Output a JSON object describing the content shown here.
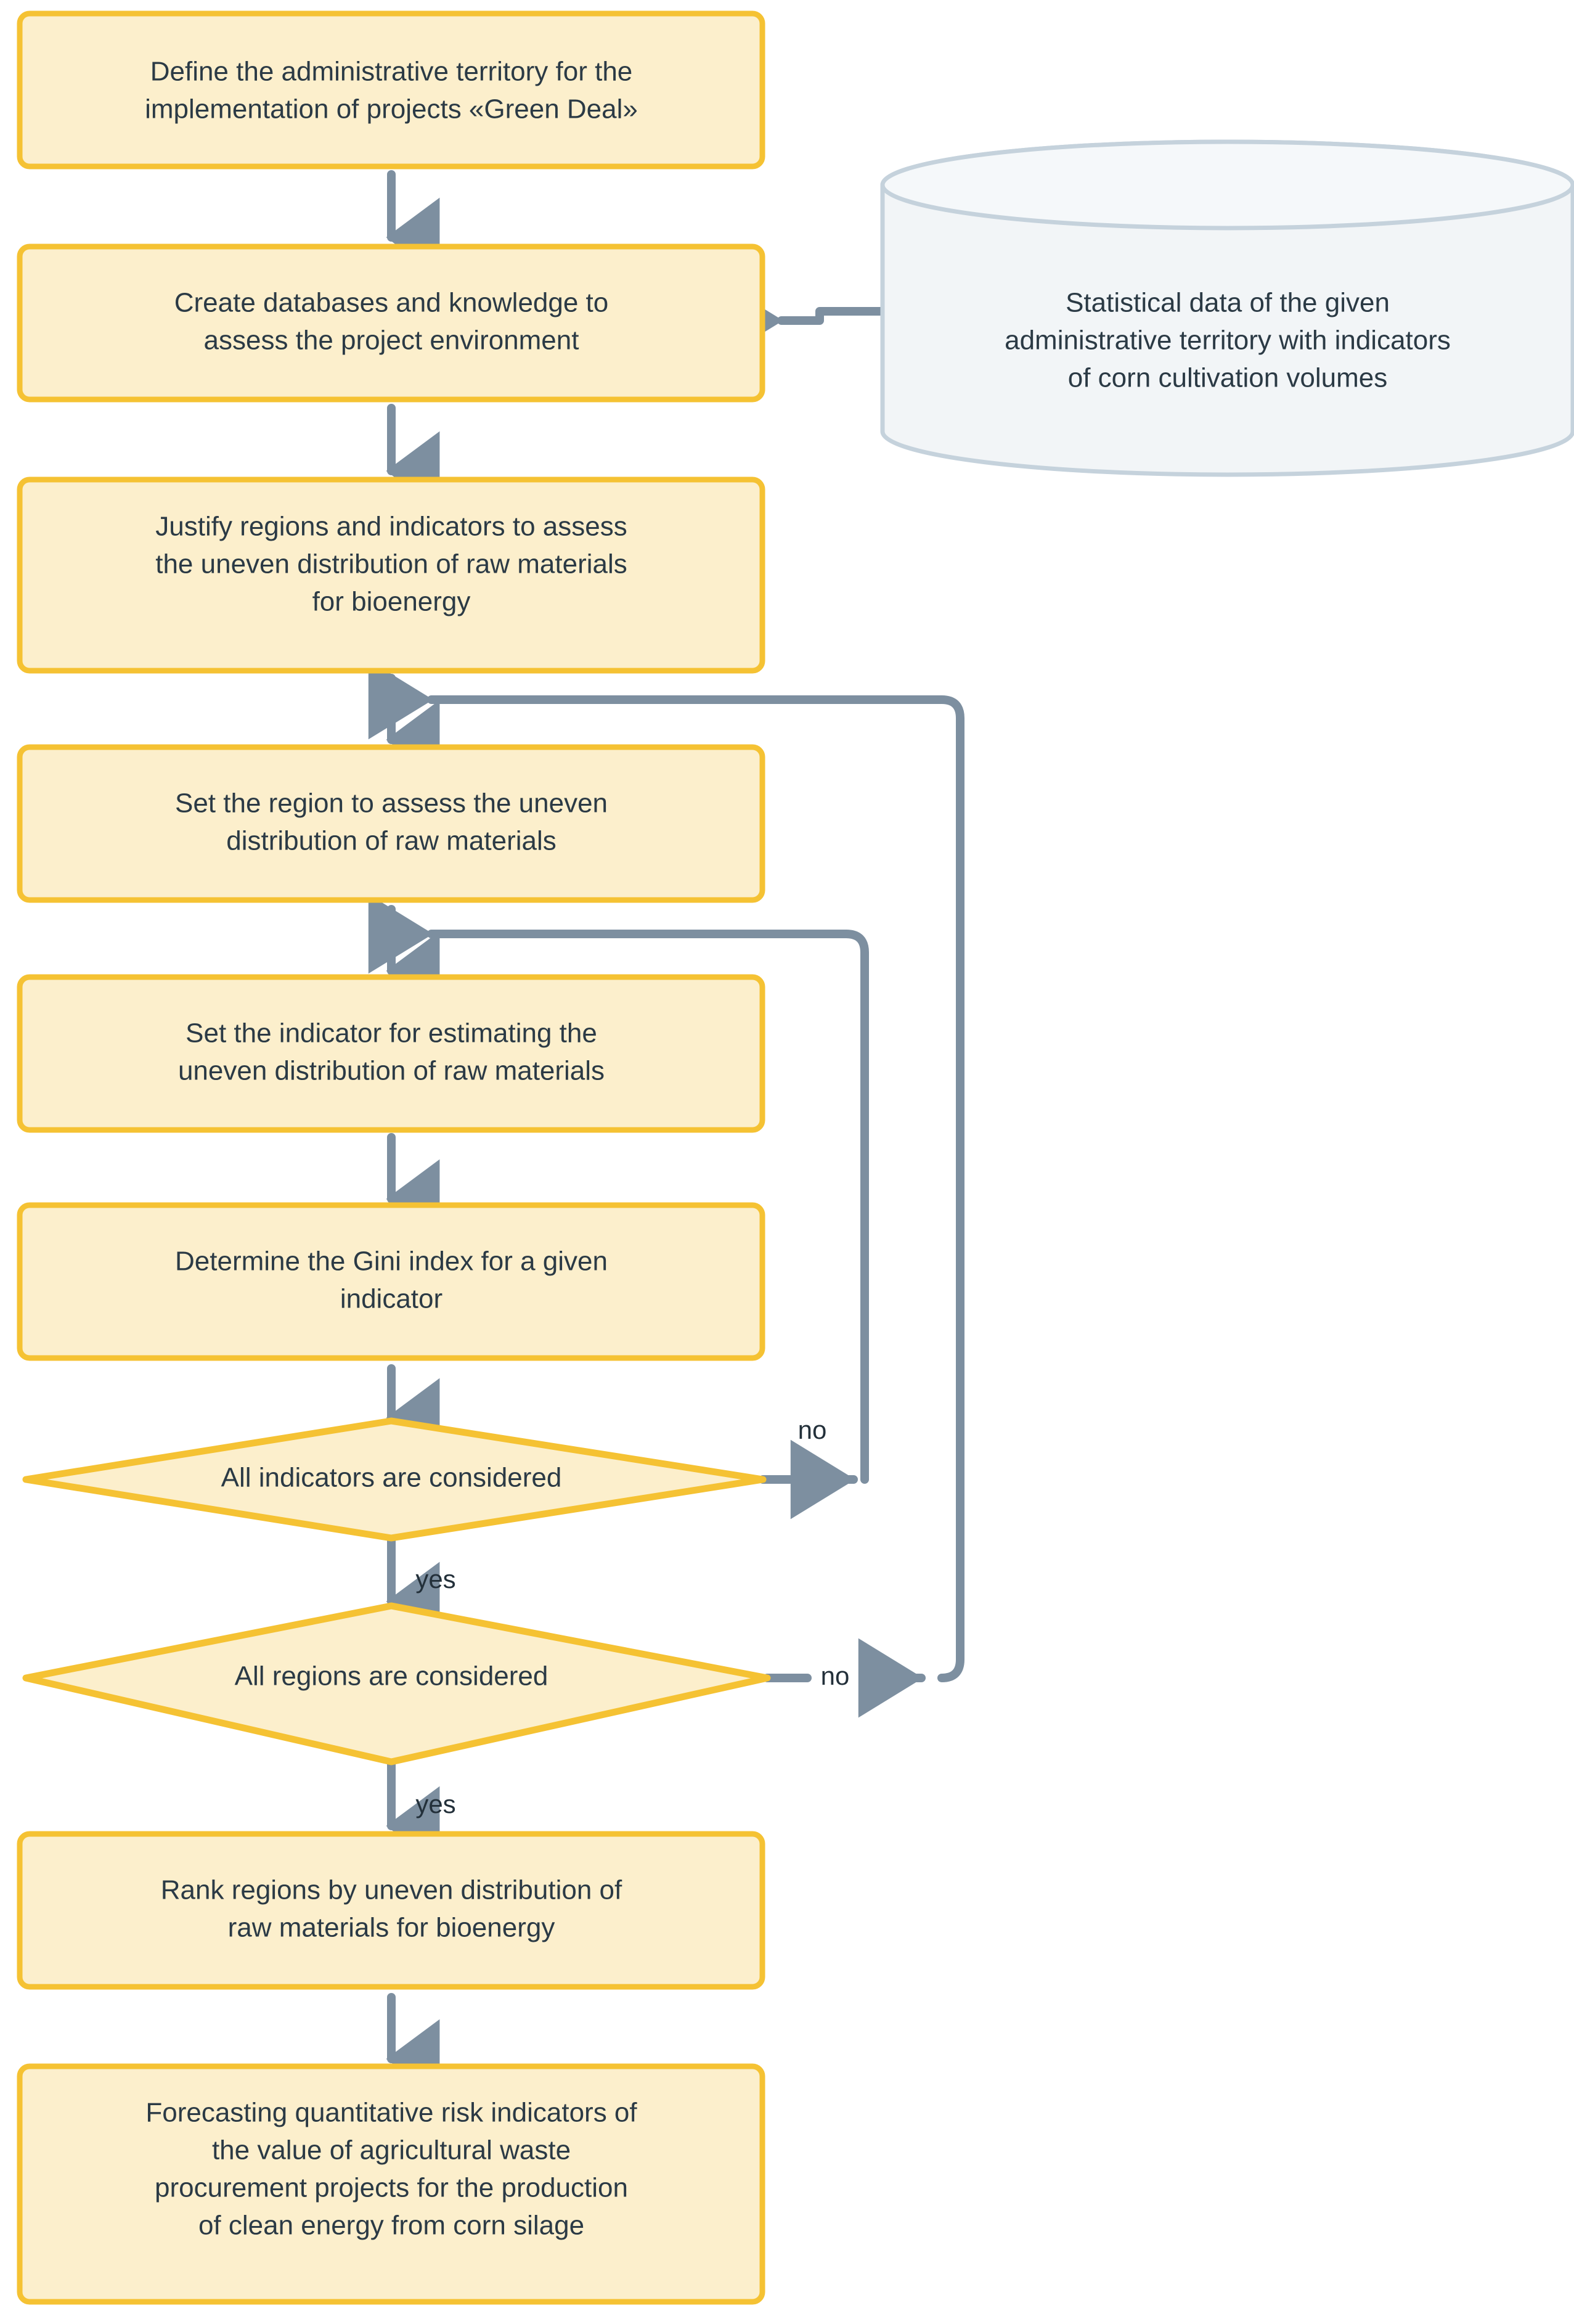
{
  "diagram": {
    "title": "Flowchart for assessing uneven distribution of raw materials for bioenergy",
    "colors": {
      "process_fill": "#FCEFCC",
      "process_stroke": "#F5C233",
      "decision_fill": "#FCEFCC",
      "decision_stroke": "#F5C233",
      "database_fill": "#F2F5F7",
      "database_stroke": "#C5D2DC",
      "connector": "#7D8FA0",
      "text": "#2b3a45",
      "background": "#FFFFFF"
    },
    "nodes": [
      {
        "id": "define-territory",
        "shape": "process",
        "lines": [
          "Define the administrative territory for the",
          "implementation of projects  «Green Deal»"
        ]
      },
      {
        "id": "create-databases",
        "shape": "process",
        "lines": [
          "Create databases and knowledge to",
          "assess the project environment"
        ]
      },
      {
        "id": "statistical-data",
        "shape": "database",
        "lines": [
          "Statistical data of the given",
          "administrative territory with indicators",
          "of corn cultivation volumes"
        ]
      },
      {
        "id": "justify-regions",
        "shape": "process",
        "lines": [
          "Justify regions and indicators to assess",
          "the uneven distribution of raw materials",
          "for bioenergy"
        ]
      },
      {
        "id": "set-region",
        "shape": "process",
        "lines": [
          "Set the region to assess the uneven",
          "distribution of raw materials"
        ]
      },
      {
        "id": "set-indicator",
        "shape": "process",
        "lines": [
          "Set the indicator for estimating the",
          "uneven distribution of raw materials"
        ]
      },
      {
        "id": "determine-gini",
        "shape": "process",
        "lines": [
          "Determine the Gini index for a given",
          "indicator"
        ]
      },
      {
        "id": "all-indicators",
        "shape": "decision",
        "lines": [
          "All indicators are considered"
        ]
      },
      {
        "id": "all-regions",
        "shape": "decision",
        "lines": [
          "All regions are considered"
        ]
      },
      {
        "id": "rank-regions",
        "shape": "process",
        "lines": [
          "Rank regions by uneven distribution of",
          "raw materials for bioenergy"
        ]
      },
      {
        "id": "forecasting",
        "shape": "process",
        "lines": [
          "Forecasting quantitative risk indicators of",
          "the value of agricultural waste",
          "procurement projects for the production",
          "of clean energy from corn silage"
        ]
      }
    ],
    "edge_labels": {
      "indicators_no": "no",
      "indicators_yes": "yes",
      "regions_no": "no",
      "regions_yes": "yes"
    }
  }
}
